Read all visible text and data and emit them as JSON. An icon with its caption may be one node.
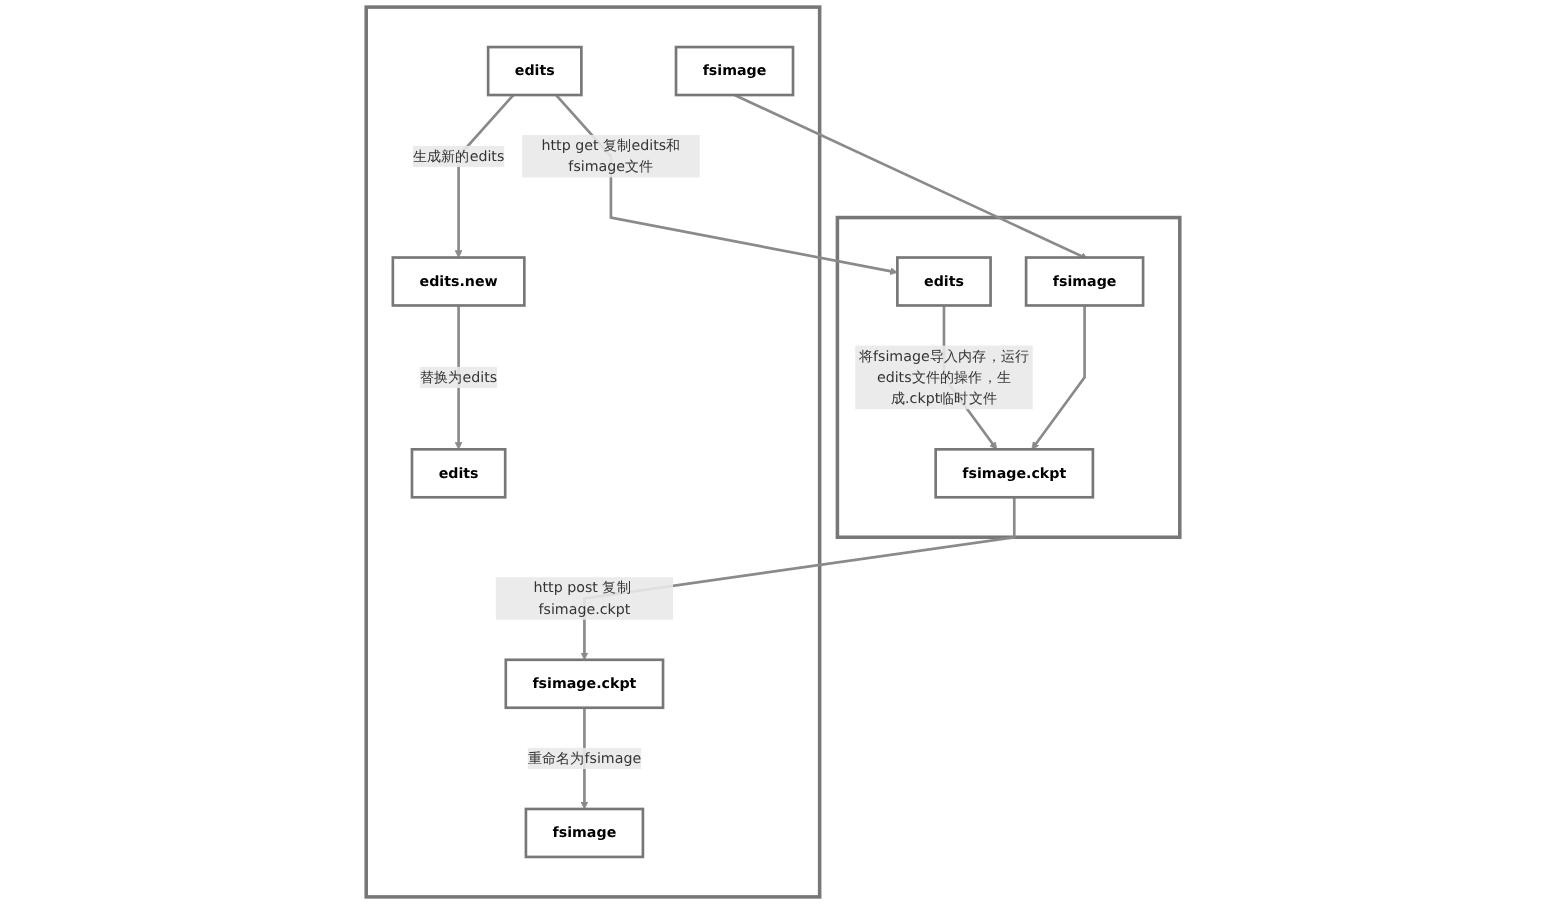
{
  "diagram": {
    "nodes": [
      {
        "text": [],
        "shape": "box"
      },
      {
        "text": [
          "edits"
        ],
        "in": 0
      },
      {
        "text": [
          "fsimage"
        ],
        "in": 0
      },
      {
        "text": [
          "edits.new"
        ],
        "in": 0
      },
      {
        "text": [
          "edits"
        ],
        "in": 0
      },
      {
        "text": [
          "fsimage.ckpt"
        ],
        "in": 0
      },
      {
        "text": [
          "fsimage"
        ],
        "in": 0
      },
      {
        "text": [],
        "shape": "box"
      },
      {
        "text": [
          "edits"
        ],
        "in": 7
      },
      {
        "text": [
          "fsimage"
        ],
        "in": 7
      },
      {
        "text": [
          "fsimage.ckpt"
        ],
        "in": 7
      }
    ],
    "edges": [
      {
        "from": 1,
        "to": 3,
        "arrow": "to",
        "label": "生成新的edits"
      },
      {
        "from": 3,
        "to": 4,
        "arrow": "to",
        "label": "替换为edits"
      },
      {
        "from": 1,
        "to": 8,
        "arrow": "to",
        "label": "http get 复制edits和fsimage文件"
      },
      {
        "from": 2,
        "to": 9,
        "arrow": "to"
      },
      {
        "from": 8,
        "to": 10,
        "arrow": "to",
        "label": "将fsimage导入内存，运行edits文件的操作，生成.ckpt临时文件"
      },
      {
        "from": 9,
        "to": 10,
        "arrow": "to"
      },
      {
        "from": 10,
        "to": 5,
        "arrow": "to",
        "label": "http post 复制 fsimage.ckpt"
      },
      {
        "from": 5,
        "to": 6,
        "arrow": "to",
        "label": "重命名为fsimage"
      }
    ]
  }
}
